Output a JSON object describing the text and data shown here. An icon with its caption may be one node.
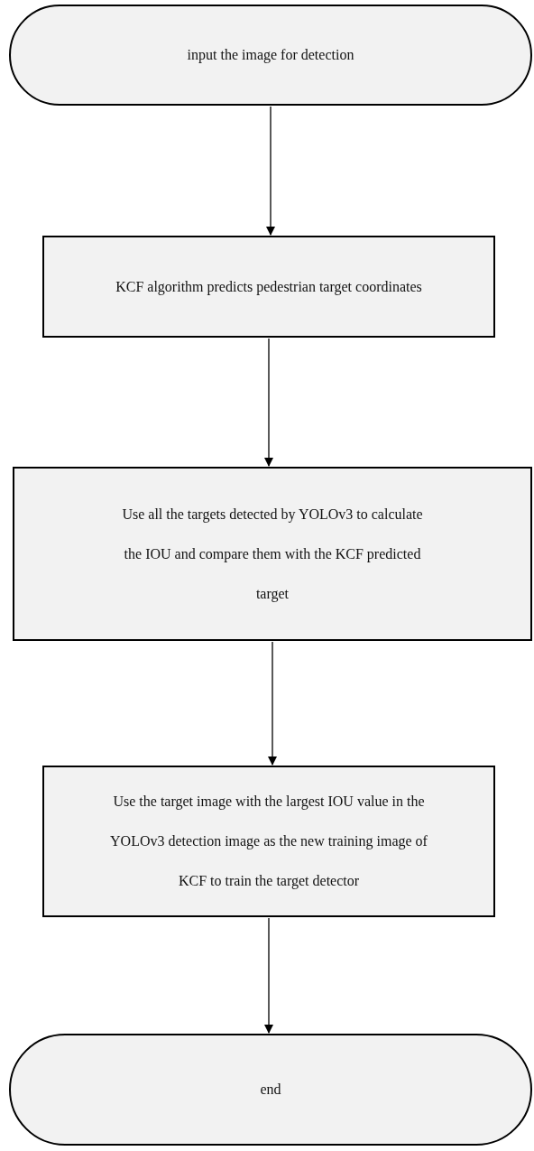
{
  "diagram": {
    "nodes": [
      {
        "text": [
          "input the image for detection"
        ]
      },
      {
        "text": [
          "KCF algorithm predicts pedestrian target coordinates"
        ]
      },
      {
        "text": [
          "Use all the targets detected by YOLOv3 to calculate the IOU and compare them with the KCF predicted target"
        ]
      },
      {
        "text": [
          "Use the target image with the largest IOU value in the YOLOv3 detection image as the new training image of KCF to train the target detector"
        ]
      },
      {
        "text": [
          "end"
        ]
      }
    ],
    "edges": [
      {
        "from": 0,
        "to": 1,
        "arrow": "to"
      },
      {
        "from": 1,
        "to": 2,
        "arrow": "to"
      },
      {
        "from": 2,
        "to": 3,
        "arrow": "to"
      },
      {
        "from": 3,
        "to": 4,
        "arrow": "to"
      }
    ]
  }
}
